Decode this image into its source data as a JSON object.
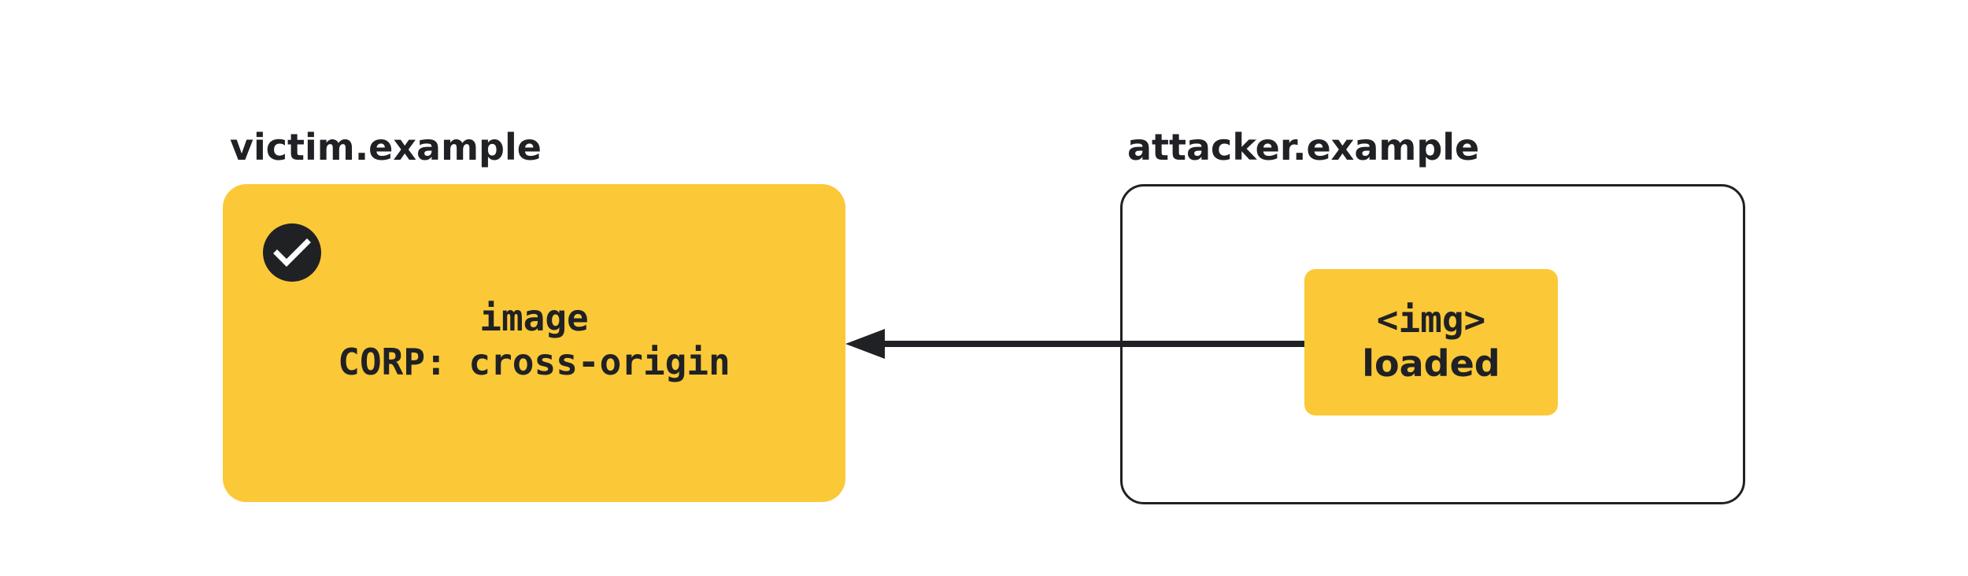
{
  "victim": {
    "title": "victim.example",
    "line1": "image",
    "line2": "CORP: cross-origin",
    "status_icon": "check-circle-icon"
  },
  "attacker": {
    "title": "attacker.example",
    "element_line1": "<img>",
    "element_line2": "loaded"
  },
  "colors": {
    "accent": "#fbc937",
    "ink": "#202124"
  }
}
